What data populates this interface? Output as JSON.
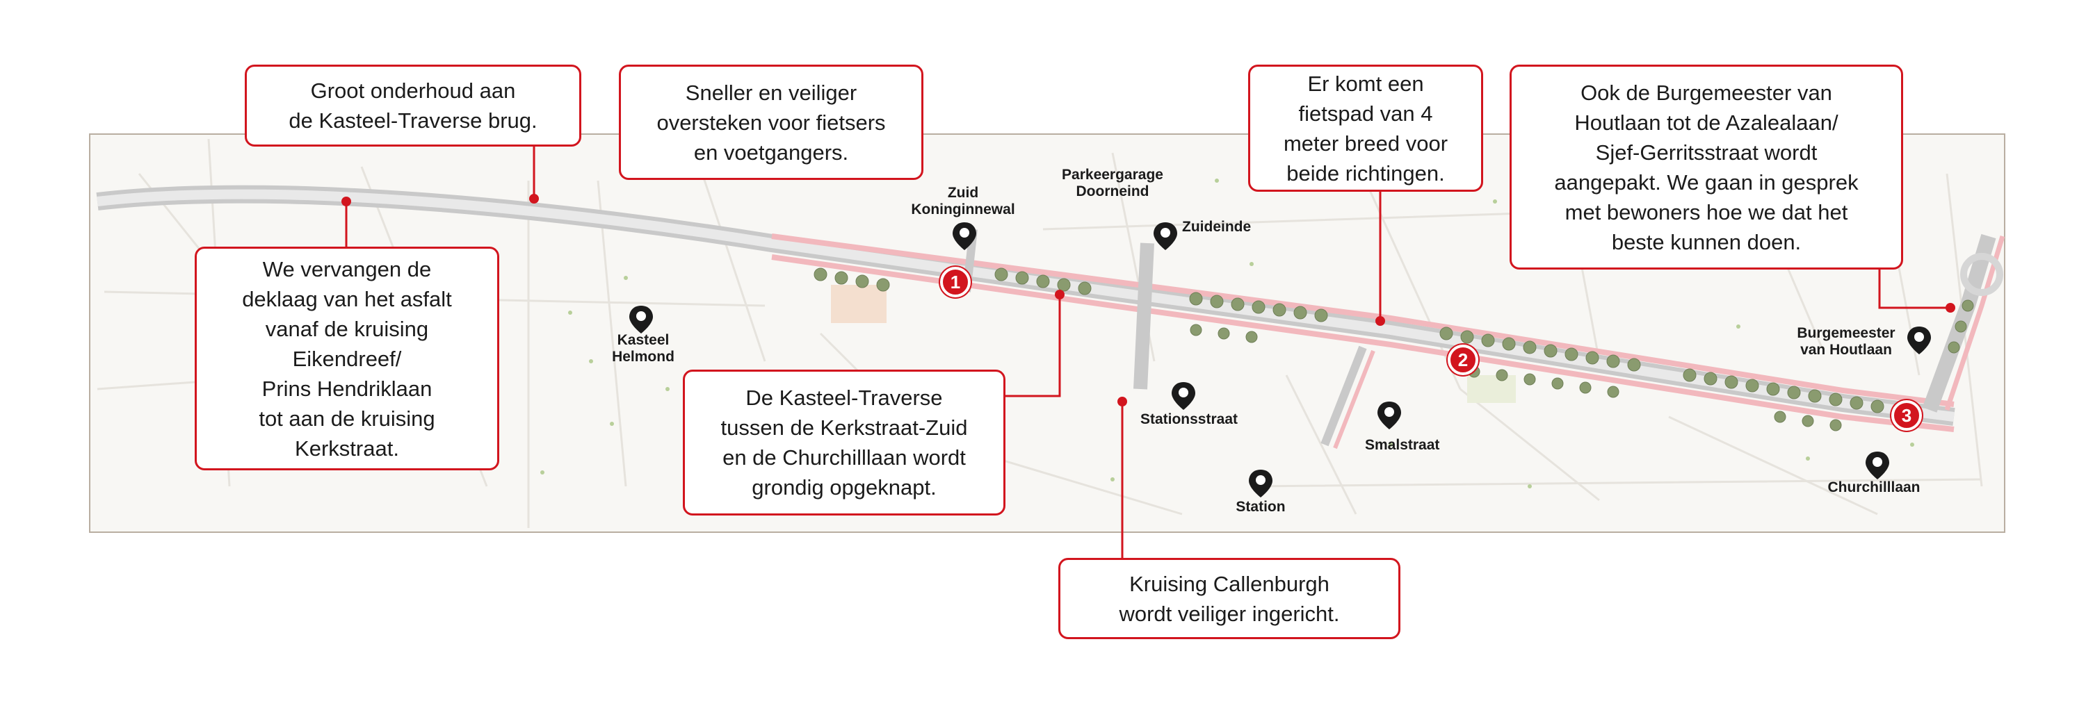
{
  "colors": {
    "accent": "#d2151e",
    "road": "#c9c9c9",
    "cycle_path": "#f2b8bd",
    "tree": "#8a9b6f",
    "frame_border": "#b9aea1",
    "map_background": "#f8f7f4",
    "pin": "#1b1b1b"
  },
  "callouts": {
    "kasteel_brug": [
      "Groot onderhoud aan",
      "de Kasteel-Traverse brug."
    ],
    "oversteken": [
      "Sneller en veiliger",
      "oversteken voor fietsers",
      "en voetgangers."
    ],
    "fietspad": [
      "Er komt een",
      "fietspad van 4",
      "meter breed voor",
      "beide richtingen."
    ],
    "houtlaan": [
      "Ook de Burgemeester van",
      "Houtlaan tot de Azalealaan/",
      "Sjef-Gerritsstraat wordt",
      "aangepakt. We gaan in gesprek",
      "met bewoners hoe we dat het",
      "beste kunnen doen."
    ],
    "deklaag": [
      "We vervangen de",
      "deklaag van het asfalt",
      "vanaf de kruising",
      "Eikendreef/",
      "Prins Hendriklaan",
      "tot aan de kruising",
      "Kerkstraat."
    ],
    "traverse": [
      "De Kasteel-Traverse",
      "tussen de Kerkstraat-Zuid",
      "en de Churchilllaan wordt",
      "grondig opgeknapt."
    ],
    "callenburgh": [
      "Kruising Callenburgh",
      "wordt veiliger ingericht."
    ]
  },
  "locations": {
    "zuid_koninginnewal": [
      "Zuid",
      "Koninginnewal"
    ],
    "parkeergarage": [
      "Parkeergarage",
      "Doorneind"
    ],
    "zuideinde": [
      "Zuideinde"
    ],
    "kasteel_helmond": [
      "Kasteel",
      "Helmond"
    ],
    "stationsstraat": [
      "Stationsstraat"
    ],
    "station": [
      "Station"
    ],
    "smalstraat": [
      "Smalstraat"
    ],
    "burgemeester": [
      "Burgemeester",
      "van Houtlaan"
    ],
    "churchilllaan": [
      "Churchilllaan"
    ]
  },
  "markers": [
    "1",
    "2",
    "3"
  ],
  "icons": {
    "pin": "map-pin-icon"
  }
}
